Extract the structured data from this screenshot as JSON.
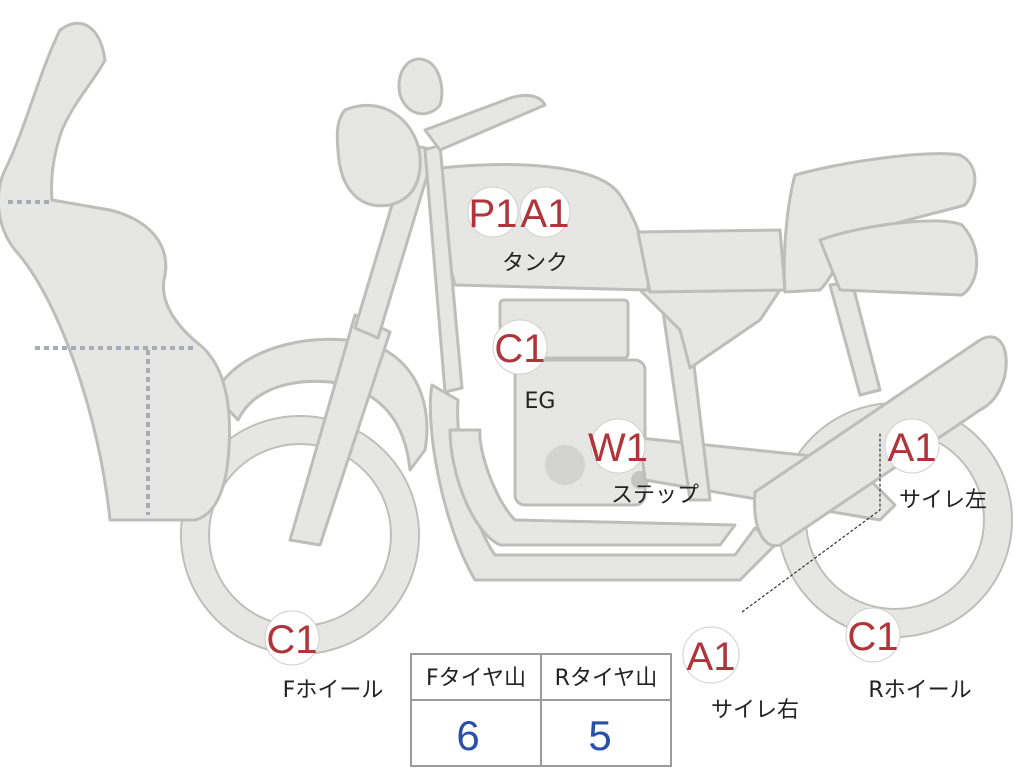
{
  "colors": {
    "body_fill": "#e6e6e4",
    "body_stroke": "#bdbdbb",
    "grade_text": "#b0343a",
    "badge_fill": "#ffffff",
    "table_value": "#2b4fa8",
    "table_border": "#9a9aa0"
  },
  "markers": [
    {
      "id": "tank-paint",
      "grade": "P1",
      "label": ""
    },
    {
      "id": "tank",
      "grade": "A1",
      "label": "タンク"
    },
    {
      "id": "engine",
      "grade": "C1",
      "label": "EG"
    },
    {
      "id": "step",
      "grade": "W1",
      "label": "ステップ"
    },
    {
      "id": "muffler-left",
      "grade": "A1",
      "label": "サイレ左"
    },
    {
      "id": "muffler-right",
      "grade": "A1",
      "label": "サイレ右"
    },
    {
      "id": "front-wheel",
      "grade": "C1",
      "label": "Fホイール"
    },
    {
      "id": "rear-wheel",
      "grade": "C1",
      "label": "Rホイール"
    }
  ],
  "tire_table": {
    "headers": [
      "Fタイヤ山",
      "Rタイヤ山"
    ],
    "values": [
      "6",
      "5"
    ]
  }
}
